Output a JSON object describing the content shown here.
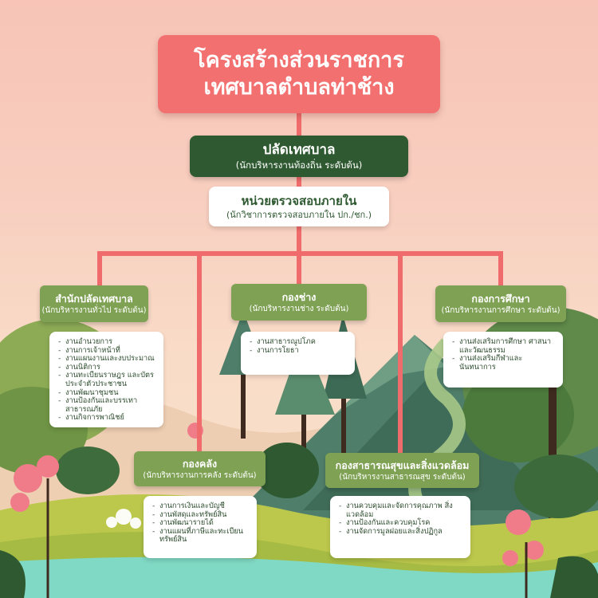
{
  "title": {
    "line1": "โครงสร้างส่วนราชการ",
    "line2": "เทศบาลตำบลท่าช้าง"
  },
  "head": {
    "name": "ปลัดเทศบาล",
    "sub": "(นักบริหารงานท้องถิ่น ระดับต้น)"
  },
  "audit": {
    "name": "หน่วยตรวจสอบภายใน",
    "sub": "(นักวิชาการตรวจสอบภายใน ปก./ชก.)"
  },
  "departments": [
    {
      "name": "สำนักปลัดเทศบาล",
      "sub": "(นักบริหารงานทั่วไป ระดับต้น)",
      "tasks": [
        "งานอำนวยการ",
        "งานการเจ้าหน้าที่",
        "งานแผนงานและงบประมาณ",
        "งานนิติการ",
        "งานทะเบียนราษฎร และบัตรประจำตัวประชาชน",
        "งานพัฒนาชุมชน",
        "งานป้องกันและบรรเทา สาธารณภัย",
        "งานกิจการพาณิชย์"
      ]
    },
    {
      "name": "กองช่าง",
      "sub": "(นักบริหารงานช่าง ระดับต้น)",
      "tasks": [
        "งานสาธารณูปโภค",
        "งานการโยธา"
      ]
    },
    {
      "name": "กองการศึกษา",
      "sub": "(นักบริหารงานการศึกษา ระดับต้น)",
      "tasks": [
        "งานส่งเสริมการศึกษา ศาสนา และวัฒนธรรม",
        "งานส่งเสริมกีฬาและ นันทนาการ"
      ]
    },
    {
      "name": "กองคลัง",
      "sub": "(นักบริหารงานการคลัง ระดับต้น)",
      "tasks": [
        "งานการเงินและบัญชี",
        "งานพัสดุและทรัพย์สิน",
        "งานพัฒนารายได้",
        "งานแผนที่ภาษีและทะเบียน ทรัพย์สิน"
      ]
    },
    {
      "name": "กองสาธารณสุขและสิ่งแวดล้อม",
      "sub": "(นักบริหารงานสาธารณสุข ระดับต้น)",
      "tasks": [
        "งานควบคุมและจัดการคุณภาพ สิ่งแวดล้อม",
        "งานป้องกันและควบคุมโรค",
        "งานจัดการมูลฝอยและสิ่งปฏิกูล"
      ]
    }
  ],
  "colors": {
    "title_bg": "#f2706f",
    "head_bg": "#2f5a31",
    "dept_bg": "#7ea153",
    "connector": "#f06c6c",
    "text_dark": "#2b4a2c"
  }
}
